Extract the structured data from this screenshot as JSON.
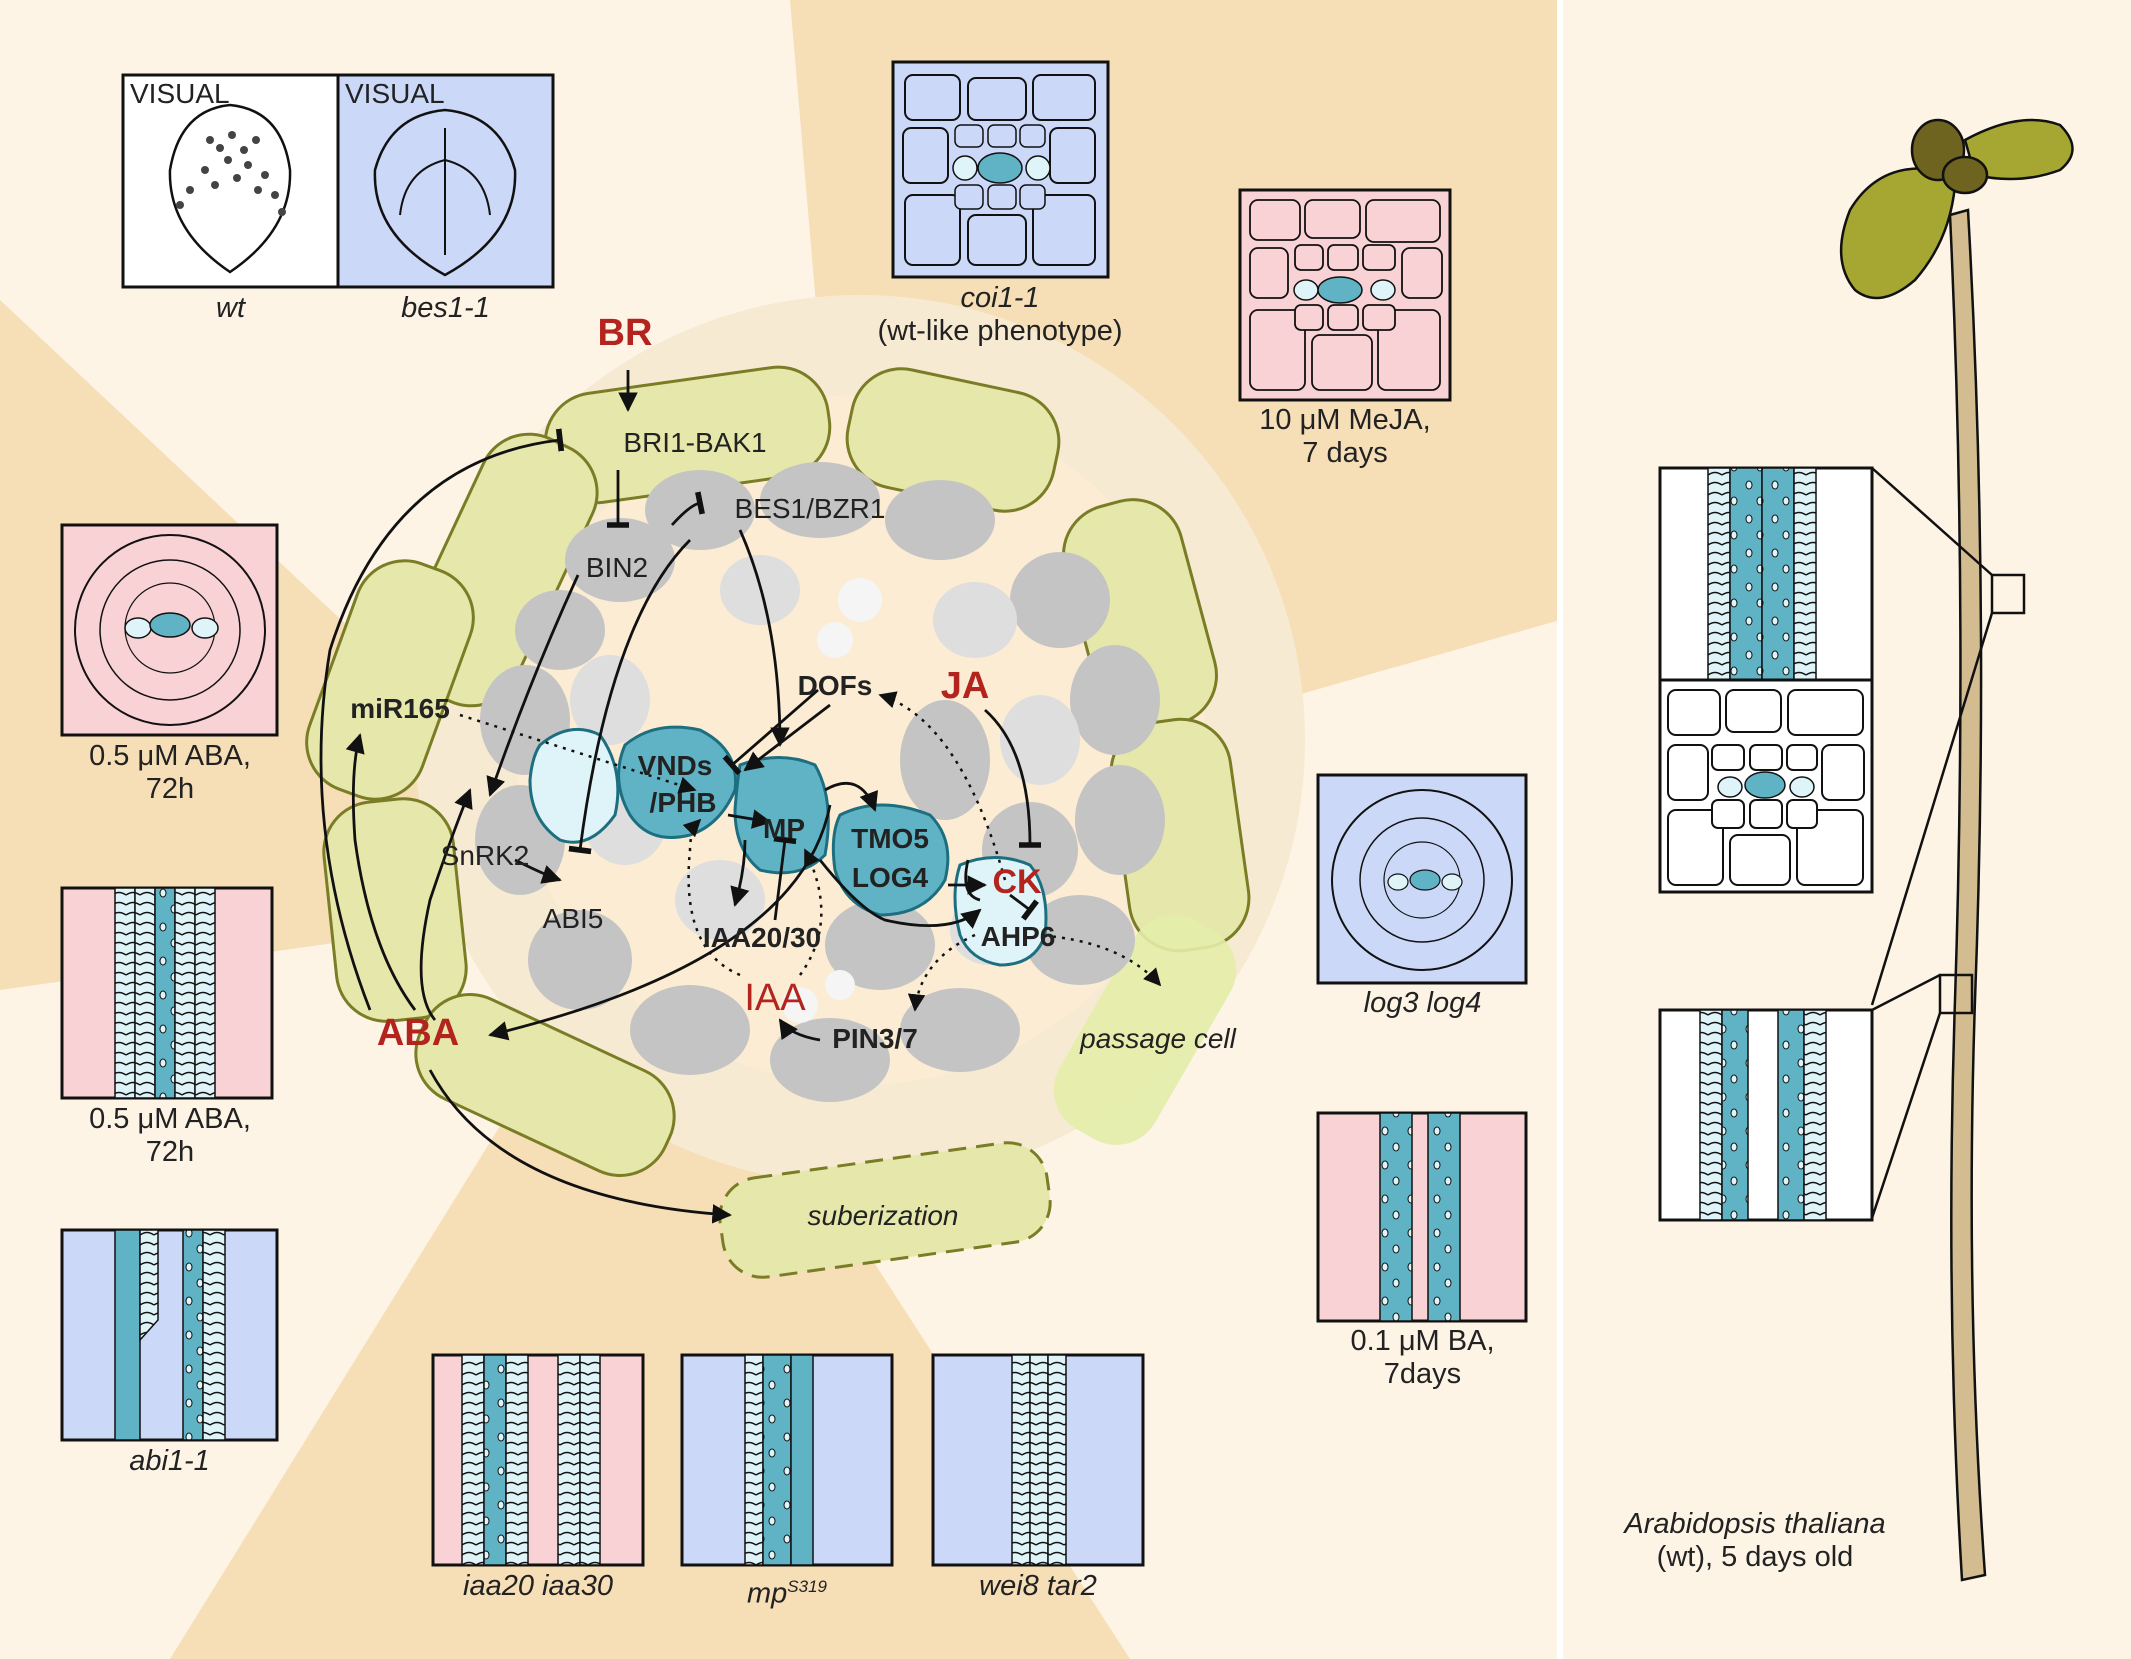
{
  "colors": {
    "pale_bg": "#fdf4e6",
    "sector_bg": "#f6deb7",
    "cortex": "#e6e8ab",
    "cortex_stroke": "#7a7d25",
    "grey_cell": "#c4c4c4",
    "light_grey_cell": "#dedede",
    "xylem": "#5fb3c4",
    "xylem_stroke": "#1d6f80",
    "pale_xylem": "#dff4f8",
    "pink": "#f9d2d5",
    "blue": "#cbd8f8",
    "hormone_red": "#b3241e",
    "seedling_stem": "#d4bc91",
    "leaf": "#a5a732"
  },
  "panels": {
    "visual_wt": "VISUAL",
    "visual_bes": "VISUAL",
    "wt": "wt",
    "bes1": "bes1-1",
    "coi1": "coi1-1",
    "coi1_note": "(wt-like phenotype)",
    "meja_1": "10 μM MeJA,",
    "meja_2": "7 days",
    "aba_a_1": "0.5 μM ABA,",
    "aba_a_2": "72h",
    "aba_b_1": "0.5 μM ABA,",
    "aba_b_2": "72h",
    "abi1": "abi1-1",
    "log3log4": "log3 log4",
    "ba_1": "0.1 μM BA,",
    "ba_2": "7days",
    "iaa20iaa30": "iaa20 iaa30",
    "mp": "mp",
    "mp_sup": "S319",
    "wei8tar2": "wei8 tar2",
    "species": "Arabidopsis thaliana",
    "species_note": "(wt), 5 days old"
  },
  "network": {
    "BR": "BR",
    "BRI1_BAK1": "BRI1-BAK1",
    "BES1_BZR1": "BES1/BZR1",
    "BIN2": "BIN2",
    "miR165": "miR165",
    "SnRK2": "SnRK2",
    "ABI5": "ABI5",
    "ABA": "ABA",
    "DOFs": "DOFs",
    "JA": "JA",
    "VNDs": "VNDs",
    "PHB": "/PHB",
    "MP": "MP",
    "TMO5": "TMO5",
    "LOG4": "LOG4",
    "CK": "CK",
    "AHP6": "AHP6",
    "IAA20_30": "IAA20/30",
    "IAA": "IAA",
    "PIN3_7": "PIN3/7",
    "passage_cell": "passage cell",
    "suberization": "suberization"
  }
}
